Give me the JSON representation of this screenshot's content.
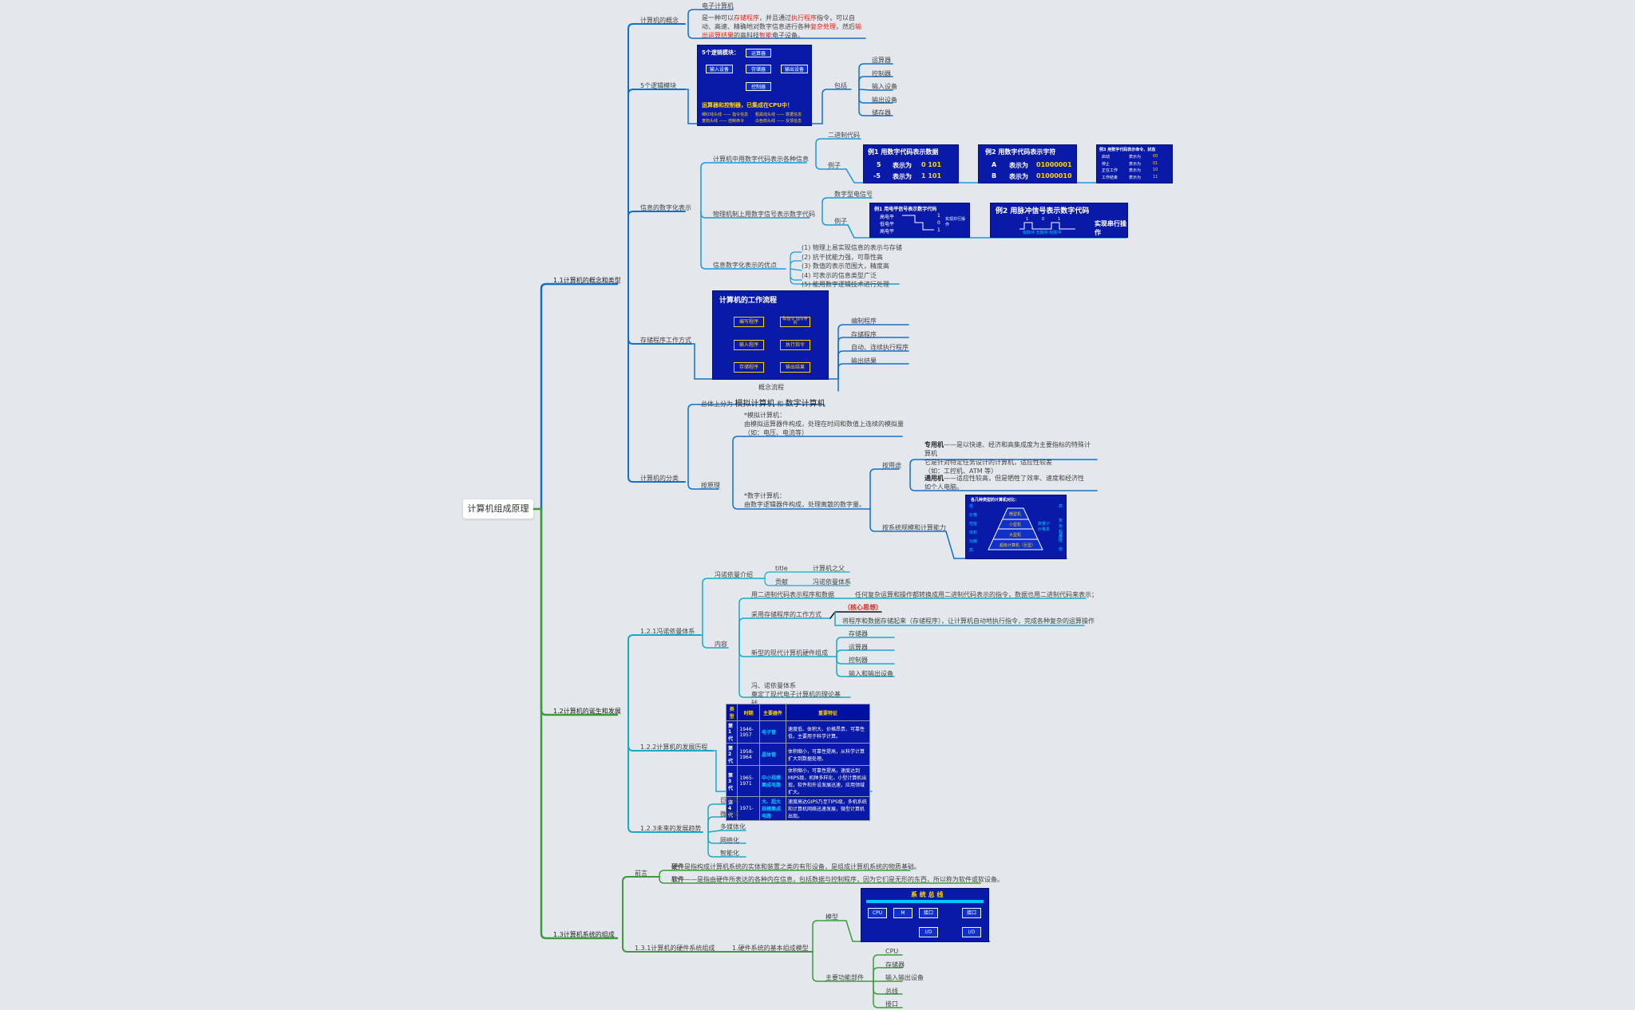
{
  "root": "计算机组成原理",
  "colors": {
    "teal": "#1a9bd7",
    "blue": "#1170c9",
    "green": "#3a9d3a",
    "cyan": "#18a9c6",
    "root_line": "#3a9d3a"
  },
  "s1": {
    "label": "1.1计算机的概念和类型",
    "concept": {
      "label": "计算机的概念",
      "title": "电子计算机",
      "desc": [
        "是一种可以",
        "存储程序",
        "，并且通过",
        "执行程序",
        "指令，可以自动、高速、精确地对数字信息进行各种",
        "复杂处理",
        "，然后",
        "输出运算结果",
        "的高科技",
        "智能",
        "电子设备。"
      ]
    },
    "logic": {
      "label": "5个逻辑模块",
      "include": "包括",
      "items": [
        "运算器",
        "控制器",
        "输入设备",
        "输出设备",
        "储存器"
      ],
      "img": {
        "title": "5个逻辑模块：",
        "boxes": [
          "运算器",
          "输入设备",
          "存储器",
          "输出设备",
          "控制器"
        ],
        "caption": "运算器和控制器，已集成在CPU中！",
        "legend1": "细红线头线 —— 指令信息",
        "legend2": "粗黑线头线 —— 数据信息",
        "legend3": "宽箭头线 —— 控制命令",
        "legend4": "白色箭头线 —— 反馈信息"
      }
    },
    "digital": {
      "label": "信息的数字化表示",
      "code": {
        "label": "计算机中用数字代码表示各种信息",
        "binary": "二进制代码",
        "example": "例子",
        "img1": {
          "title": "例1  用数字代码表示数据",
          "r1": [
            "5",
            "表示为",
            "0 101"
          ],
          "r2": [
            "-5",
            "表示为",
            "1 101"
          ]
        },
        "img2": {
          "title": "例2  用数字代码表示字符",
          "r1": [
            "A",
            "表示为",
            "01000001"
          ],
          "r2": [
            "B",
            "表示为",
            "01000010"
          ]
        },
        "img3": {
          "title": "例3  用数字代码表示命令、状态",
          "rows": [
            [
              "启动",
              "表示为",
              "00"
            ],
            [
              "停止",
              "表示为",
              "01"
            ],
            [
              "正在工作",
              "表示为",
              "10"
            ],
            [
              "工作结束",
              "表示为",
              "11"
            ]
          ]
        }
      },
      "physical": {
        "label": "物理机制上用数字信号表示数字代码",
        "sig": "数字型电信号",
        "example": "例子",
        "img1": {
          "title": "例1  用电平信号表示数字代码",
          "rows": [
            [
              "高电平",
              "1"
            ],
            [
              "低电平",
              "0"
            ],
            [
              "高电平",
              "1"
            ]
          ],
          "note": "实现并行操作"
        },
        "img2": {
          "title": "例2  用脉冲信号表示数字代码",
          "bits": [
            "1",
            "0",
            "1"
          ],
          "sub": "有脉冲 无脉冲 有脉冲",
          "note": "实现串行操作"
        }
      },
      "merits": {
        "label": "信息数字化表示的优点",
        "items": [
          "(1) 物理上易实现信息的表示与存储",
          "(2) 抗干扰能力强，可靠性高",
          "(3) 数值的表示范围大，精度高",
          "(4) 可表示的信息类型广泛",
          "(5) 能用数字逻辑技术进行处理"
        ]
      }
    },
    "stored": {
      "label": "存储程序工作方式",
      "items": [
        "编制程序",
        "存储程序",
        "自动、连续执行程序",
        "输出结果"
      ],
      "caption": "概念流程",
      "img": {
        "title": "计算机的工作流程",
        "boxes": [
          "编写程序",
          "取指令\n指令序列",
          "输入程序",
          "执行指令",
          "存储程序",
          "输出结果"
        ]
      }
    },
    "classify": {
      "label": "计算机的分类",
      "total_pre": "总体上分为",
      "analog": "模拟计算机",
      "and": "和",
      "digital": "数字计算机",
      "by_principle": "按原理",
      "analog_desc": [
        "*模拟计算机：",
        "由模拟运算器件构成，处理在时间和数值上连续的模拟量",
        "（如：电压、电流等）"
      ],
      "digital_desc": [
        "*数字计算机：",
        "由数字逻辑器件构成，处理离散的数字量。"
      ],
      "by_use": "按用途",
      "special": [
        "专用机",
        "——是以快速、经济和高集成度为主要指标的特殊计算机",
        "它是针对特定任务设计的计算机，适应性较差",
        "（如：工控机、ATM 等）"
      ],
      "general": [
        "通用机",
        "——适应性较高，但是牺牲了效率、速度和经济性",
        "如个人电脑。"
      ],
      "by_scale": "按系统规模和计算能力",
      "img": {
        "title": "各几种类型的计算机对比：",
        "levels": [
          "微型机",
          "小型机",
          "大型机",
          "超级计算机（巨型）"
        ],
        "left": [
          "低",
          "价格",
          "性能",
          "体积",
          "功耗",
          "高"
        ],
        "right": [
          "高",
          "复杂程度",
          "速度",
          "低"
        ],
        "side": "数量少\n价格贵"
      }
    }
  },
  "s2": {
    "label": "1.2计算机的诞生和发展",
    "vn": {
      "label": "1.2.1冯诺依曼体系",
      "intro": {
        "label": "冯诺依曼介绍",
        "t1": "title",
        "v1": "计算机之父",
        "t2": "贡献",
        "v2": "冯诺依曼体系"
      },
      "content": "内容",
      "binary_label": "用二进制代码表示程序和数据",
      "binary_desc": "任何复杂运算和操作都转换成用二进制代码表示的指令，数据也用二进制代码来表示；",
      "stored_label": "采用存储程序的工作方式",
      "core": "（核心思想）",
      "core_desc": "将程序和数据存储起来（存储程序），让计算机自动地执行指令，完成各种复杂的运算操作",
      "hw_label": "新型的现代计算机硬件组成",
      "hw_items": [
        "存储器",
        "运算器",
        "控制器",
        "输入和输出设备"
      ],
      "summary": [
        "冯、诺依曼体系",
        "奠定了现代电子计算机的理论基础。"
      ]
    },
    "history": {
      "label": "1.2.2计算机的发展历程",
      "headers": [
        "类型",
        "时期",
        "主要器件",
        "重要特征"
      ],
      "rows": [
        [
          "第1代",
          "1946-1957",
          "电子管",
          "速度低、体积大、价格昂贵、可靠性低，主要用于科学计算。"
        ],
        [
          "第2代",
          "1958-1964",
          "晶体管",
          "体积缩小，可靠性提高，从科学计算扩大到数据处理。"
        ],
        [
          "第3代",
          "1965-1971",
          "中小规模集成电路",
          "体积缩小，可靠性提高，速度达到MIPS级，机种多样化，小型计算机出现，软件和外设发展迅速，应用领域扩大。"
        ],
        [
          "第4代",
          "1971-",
          "大、超大规模集成电路",
          "速度高达GIPS乃至TIPS级，多机系统和计算机网络迅速发展，微型计算机出现。"
        ]
      ]
    },
    "future": {
      "label": "1.2.3未来的发展趋势",
      "items": [
        "巨型化",
        "微型化",
        "多媒体化",
        "网络化",
        "智能化"
      ]
    }
  },
  "s3": {
    "label": "1.3计算机系统的组成",
    "pre": {
      "label": "前言",
      "hw": [
        "硬件",
        "是指构成计算机系统的实体和装置之类的有形设备，是组成计算机系统的物质基础。"
      ],
      "sw": [
        "软件",
        "——是指由硬件所表达的各种内在信息，包括数据与控制程序，因为它们是无形的东西，所以称为软件或软设备。"
      ]
    },
    "hw": {
      "label": "1.3.1计算机的硬件系统组成",
      "basic": "1.硬件系统的基本组成模型",
      "model": "模型",
      "parts_label": "主要功能部件",
      "parts": [
        "CPU",
        "存储器",
        "输入输出设备",
        "总线",
        "接口"
      ],
      "img": {
        "title": "系 统 总 线",
        "boxes": [
          "CPU",
          "M",
          "接口",
          "接口",
          "I/O",
          "I/O"
        ]
      }
    }
  }
}
